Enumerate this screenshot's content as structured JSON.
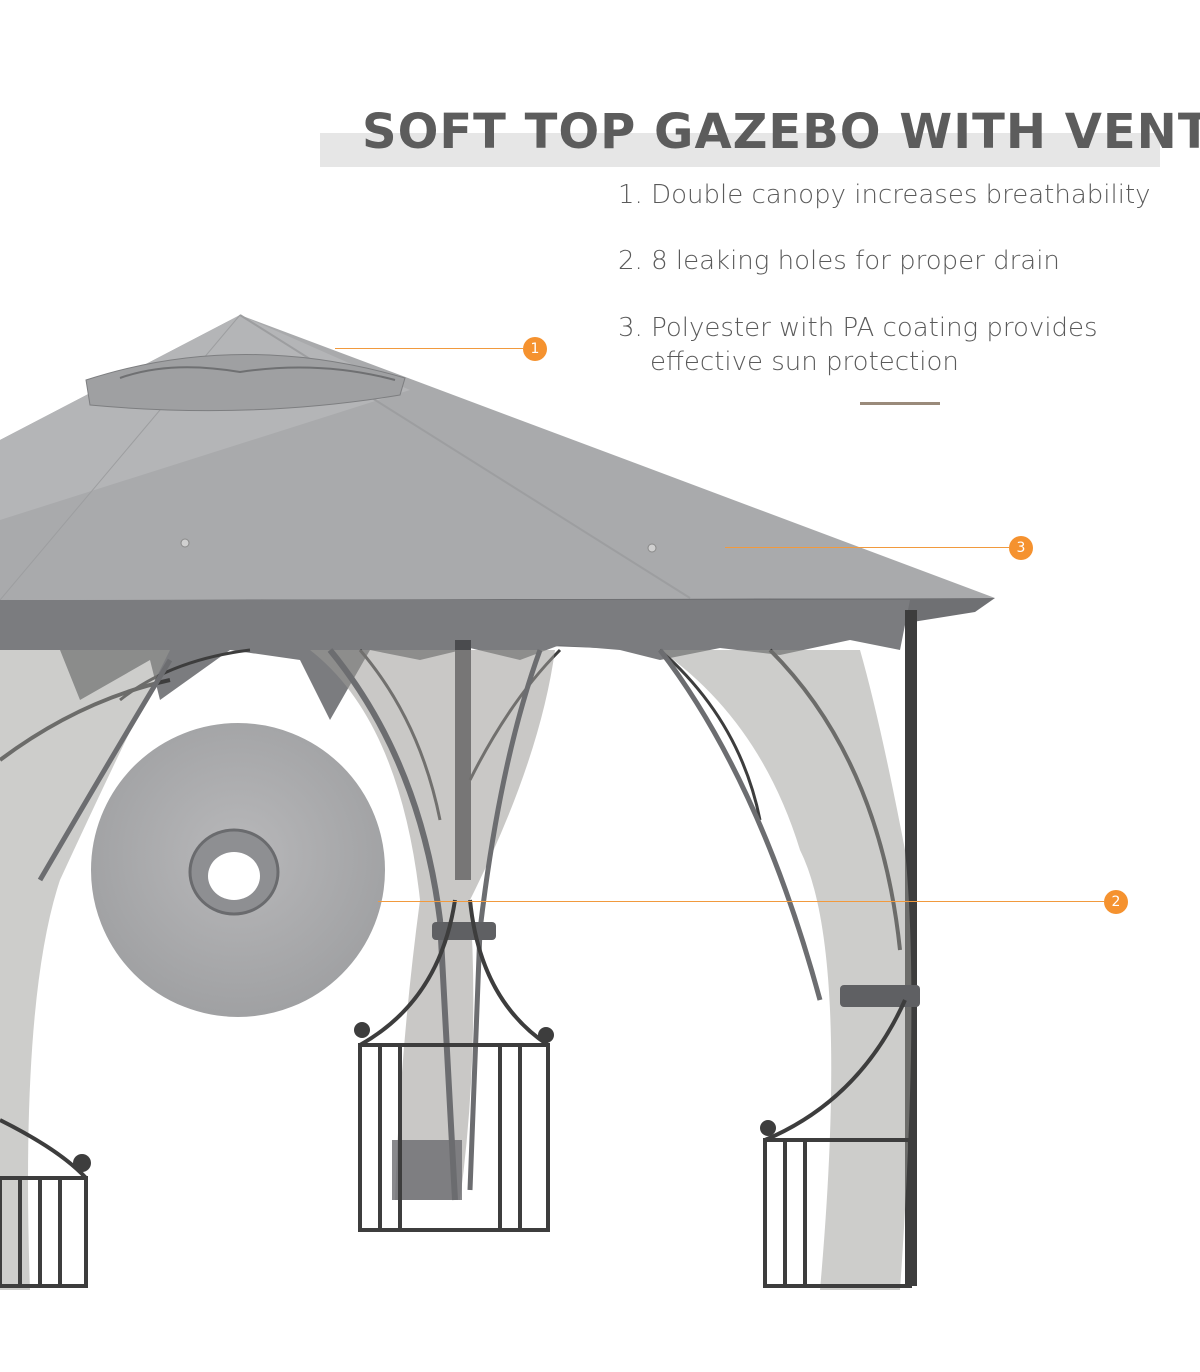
{
  "heading": {
    "title": "SOFT TOP GAZEBO WITH VENT"
  },
  "features": [
    {
      "line1": "1. Double canopy increases breathability",
      "line2": ""
    },
    {
      "line1": "2. 8 leaking holes for proper drain",
      "line2": ""
    },
    {
      "line1": "3. Polyester with PA coating provides",
      "line2": "effective sun protection"
    }
  ],
  "callouts": [
    {
      "label": "1"
    },
    {
      "label": "3"
    },
    {
      "label": "2"
    }
  ],
  "colors": {
    "accent": "#f5922f",
    "canopy": "#a9aaac",
    "frame": "#3d3d3d",
    "heading_text": "#5c5c5c",
    "heading_bar": "#e6e6e6"
  }
}
